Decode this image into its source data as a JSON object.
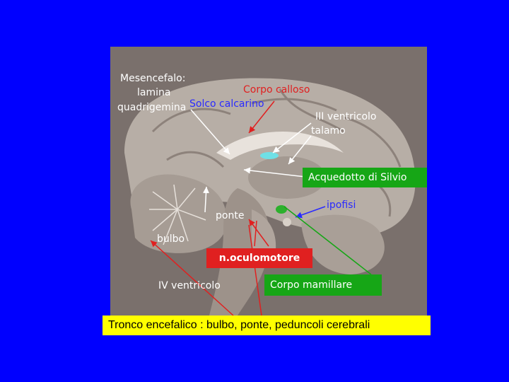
{
  "labels": {
    "mesencefalo": "Mesencefalo:",
    "lamina": "lamina",
    "quadrigemina": "quadrigemina",
    "corpo_calloso": "Corpo calloso",
    "solco_calcarino": "Solco calcarino",
    "iii_ventricolo": "III ventricolo",
    "talamo": "talamo",
    "acquedotto": "Acquedotto di Silvio",
    "ipofisi": "ipofisi",
    "ponte": "ponte",
    "bulbo": "bulbo",
    "oculomotore": "n.oculomotore",
    "iv_ventricolo": "IV ventricolo",
    "corpo_mamillare": "Corpo mamillare"
  },
  "caption": "Tronco encefalico : bulbo, ponte, peduncoli cerebrali",
  "colors": {
    "background": "#0000ff",
    "caption_bg": "#ffff00",
    "label_green": "#16a616",
    "label_red": "#e02020"
  }
}
